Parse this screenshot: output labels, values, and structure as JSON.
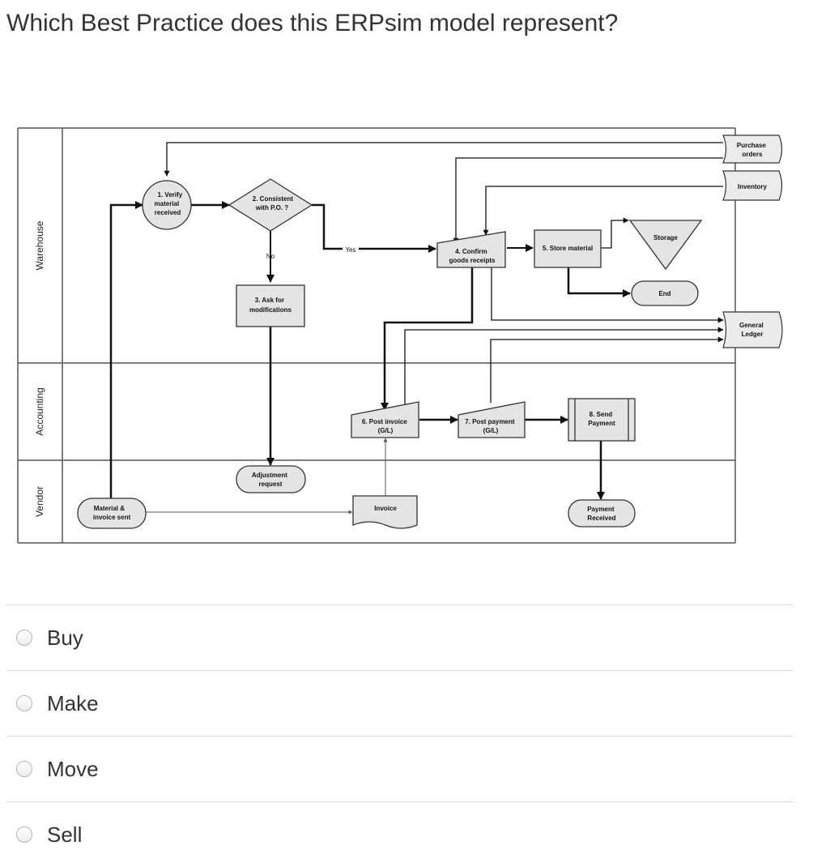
{
  "question": "Which Best Practice does this ERPsim model represent?",
  "diagram": {
    "lanes": [
      "Warehouse",
      "Accounting",
      "Vendor"
    ],
    "steps": {
      "verify": [
        "1. Verify",
        "material",
        "received"
      ],
      "consistent": [
        "2. Consistent",
        "with P.O. ?"
      ],
      "ask": [
        "3. Ask for",
        "modifications"
      ],
      "confirm": [
        "4. Confirm",
        "goods receipts"
      ],
      "store": "5. Store material",
      "post_invoice": [
        "6. Post invoice",
        "(G/L)"
      ],
      "post_payment": [
        "7. Post payment",
        "(G/L)"
      ],
      "send_payment": [
        "8. Send",
        "Payment"
      ]
    },
    "terminals": {
      "storage": "Storage",
      "end": "End",
      "adjustment": [
        "Adjustment",
        "request"
      ],
      "material_sent": [
        "Material &",
        "invoice sent"
      ],
      "invoice": "Invoice",
      "payment_received": [
        "Payment",
        "Received"
      ]
    },
    "branches": {
      "no": "No",
      "yes": "Yes"
    },
    "data_stores": {
      "purchase_orders": [
        "Purchase",
        "orders"
      ],
      "inventory": "Inventory",
      "general_ledger": [
        "General",
        "Ledger"
      ]
    }
  },
  "answers": [
    {
      "label": "Buy"
    },
    {
      "label": "Make"
    },
    {
      "label": "Move"
    },
    {
      "label": "Sell"
    }
  ]
}
